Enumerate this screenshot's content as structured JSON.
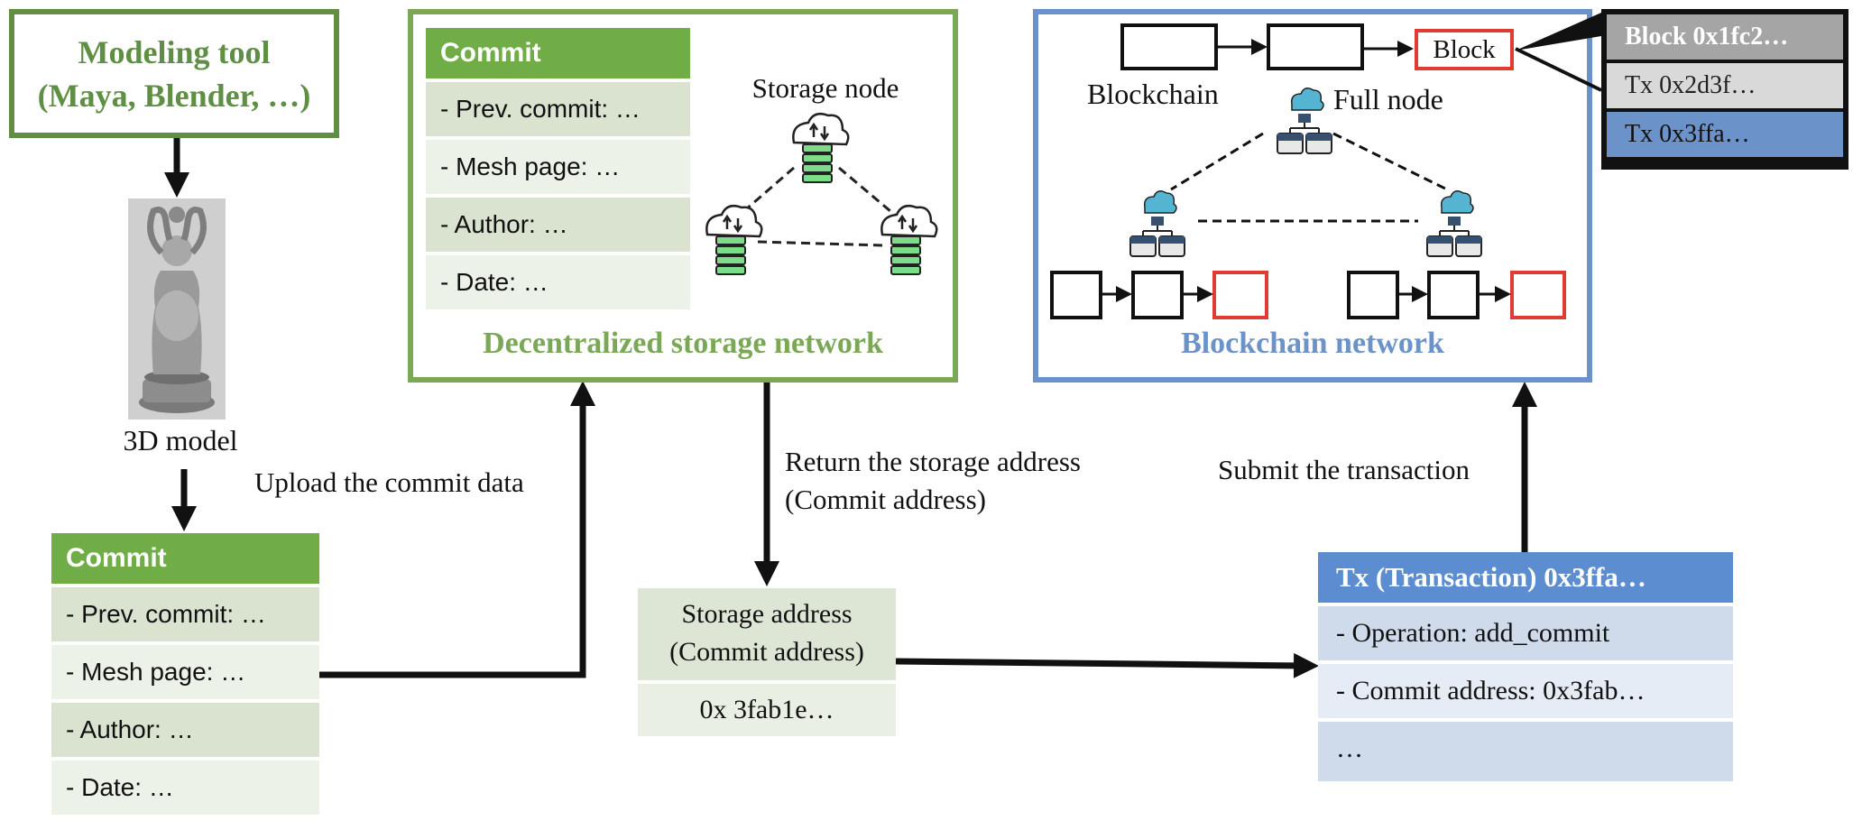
{
  "modeling_tool": {
    "line1": "Modeling tool",
    "line2": "(Maya, Blender, …)"
  },
  "model": {
    "label": "3D model"
  },
  "commit": {
    "header": "Commit",
    "rows": [
      "- Prev. commit: …",
      "- Mesh page: …",
      "- Author: …",
      "- Date: …"
    ]
  },
  "storage_network": {
    "title": "Decentralized storage network",
    "node_label": "Storage node"
  },
  "blockchain_network": {
    "title": "Blockchain network",
    "blockchain_label": "Blockchain",
    "full_node_label": "Full node",
    "block_label": "Block"
  },
  "block_popup": {
    "rows": [
      "Block 0x1fc2…",
      "Tx 0x2d3f…",
      "Tx 0x3ffa…"
    ]
  },
  "arrows": {
    "upload": "Upload the commit data",
    "return_line1": "Return the storage address",
    "return_line2": "(Commit address)",
    "submit": "Submit the transaction"
  },
  "storage_address": {
    "line1": "Storage address",
    "line2": "(Commit address)",
    "value": "0x 3fab1e…"
  },
  "transaction": {
    "header": "Tx (Transaction) 0x3ffa…",
    "rows": [
      "- Operation: add_commit",
      "- Commit address: 0x3fab…",
      "…"
    ]
  },
  "colors": {
    "green": "#70ad47",
    "dark_green": "#5f8f44",
    "blue": "#6b93c9",
    "red": "#e03c31",
    "server_green": "#7ddc8a",
    "cloud_blue": "#56b4d3"
  },
  "icons": [
    "cloud-server-icon",
    "full-node-icon",
    "3d-model-figure"
  ]
}
